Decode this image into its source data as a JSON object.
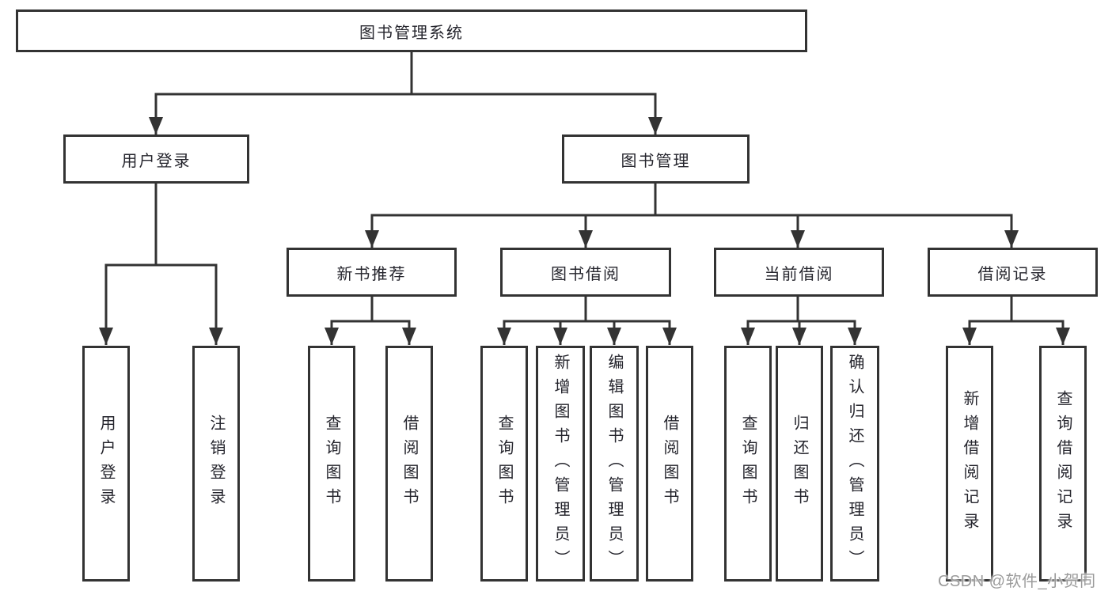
{
  "colors": {
    "line": "#333333",
    "node_text": "#25252d",
    "watermark": "#9b9b9b"
  },
  "watermark": "CSDN @软件_小贺同学",
  "tree": {
    "label": "图书管理系统",
    "children": [
      {
        "label": "用户登录",
        "children": [
          {
            "label": "用户登录"
          },
          {
            "label": "注销登录"
          }
        ]
      },
      {
        "label": "图书管理",
        "children": [
          {
            "label": "新书推荐",
            "children": [
              {
                "label": "查询图书"
              },
              {
                "label": "借阅图书"
              }
            ]
          },
          {
            "label": "图书借阅",
            "children": [
              {
                "label": "查询图书"
              },
              {
                "label": "新增图书（管理员）"
              },
              {
                "label": "编辑图书（管理员）"
              },
              {
                "label": "借阅图书"
              }
            ]
          },
          {
            "label": "当前借阅",
            "children": [
              {
                "label": "查询图书"
              },
              {
                "label": "归还图书"
              },
              {
                "label": "确认归还（管理员）"
              }
            ]
          },
          {
            "label": "借阅记录",
            "children": [
              {
                "label": "新增借阅记录"
              },
              {
                "label": "查询借阅记录"
              }
            ]
          }
        ]
      }
    ]
  }
}
